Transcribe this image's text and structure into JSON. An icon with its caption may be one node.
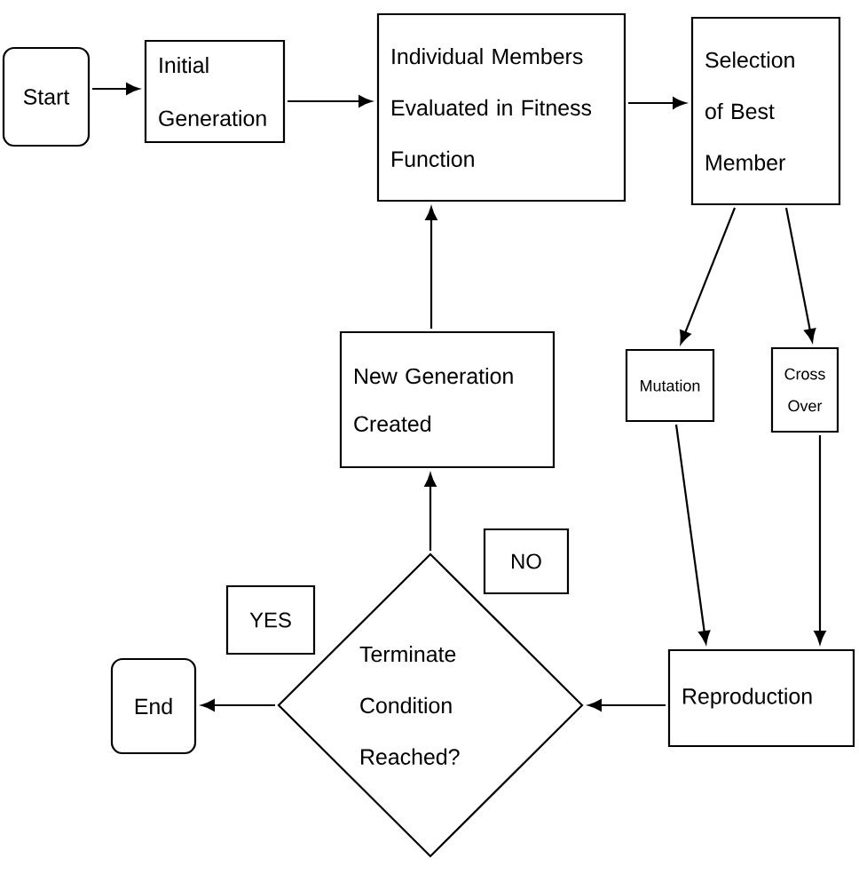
{
  "diagram": {
    "nodes": [
      {
        "text": [
          "Start"
        ]
      },
      {
        "text": [
          "Initial Generation"
        ]
      },
      {
        "text": [
          "Individual Members Evaluated in Fitness Function"
        ]
      },
      {
        "text": [
          "Selection of Best Member"
        ]
      },
      {
        "text": [
          "New Generation Created"
        ]
      },
      {
        "text": [
          "Mutation"
        ]
      },
      {
        "text": [
          "Cross Over"
        ]
      },
      {
        "text": [
          "NO"
        ]
      },
      {
        "text": [
          "YES"
        ]
      },
      {
        "text": [
          "Terminate Condition Reached?"
        ]
      },
      {
        "text": [
          "End"
        ]
      },
      {
        "text": [
          "Reproduction"
        ]
      }
    ],
    "edges": [
      {
        "from": 0,
        "to": 1,
        "arrow": "to"
      },
      {
        "from": 1,
        "to": 2,
        "arrow": "to"
      },
      {
        "from": 2,
        "to": 3,
        "arrow": "to"
      },
      {
        "from": 3,
        "to": 5,
        "arrow": "to"
      },
      {
        "from": 3,
        "to": 6,
        "arrow": "to"
      },
      {
        "from": 5,
        "to": 11,
        "arrow": "to"
      },
      {
        "from": 6,
        "to": 11,
        "arrow": "to"
      },
      {
        "from": 11,
        "to": 9,
        "arrow": "to"
      },
      {
        "from": 9,
        "to": 10,
        "arrow": "to"
      },
      {
        "from": 9,
        "to": 4,
        "arrow": "to"
      },
      {
        "from": 4,
        "to": 2,
        "arrow": "to"
      }
    ]
  }
}
